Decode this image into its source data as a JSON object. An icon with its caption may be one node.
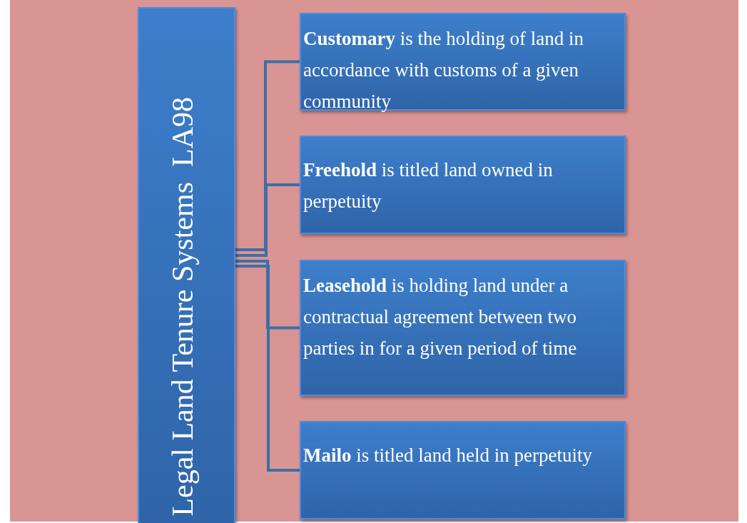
{
  "diagram": {
    "nodes": [
      {
        "text": [
          "Legal Land Tenure Systems  LA98"
        ]
      },
      {
        "text": [
          "**Customary** is the holding of land in accordance with customs of a given community"
        ]
      },
      {
        "text": [
          "**Freehold** is titled land owned in perpetuity"
        ]
      },
      {
        "text": [
          "**Leasehold** is holding land under a contractual agreement between two parties in for a given period of time"
        ]
      },
      {
        "text": [
          "**Mailo** is titled land held in perpetuity"
        ]
      }
    ],
    "edges": [
      {
        "from": 0,
        "to": 1,
        "arrow": "none"
      },
      {
        "from": 0,
        "to": 2,
        "arrow": "none"
      },
      {
        "from": 0,
        "to": 3,
        "arrow": "none"
      },
      {
        "from": 0,
        "to": 4,
        "arrow": "none"
      }
    ]
  }
}
